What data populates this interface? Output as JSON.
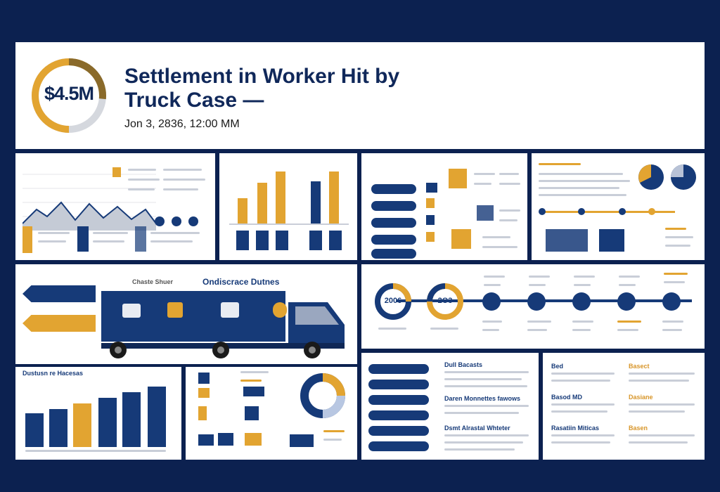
{
  "header": {
    "amount": "$4.5M",
    "title_line1": "Settlement in Worker Hit by",
    "title_line2": "Truck Case —",
    "date": "Jon 3, 2836, 12:00 MM"
  },
  "truck_panel": {
    "heading": "Ondiscrace Dutnes",
    "small": "Chaste Shuer"
  },
  "bars_panel": {
    "heading": "Dustusn re Hacesas"
  },
  "timeline_panel": {
    "circle1": "2006",
    "circle2": "2O3"
  },
  "text_panel": {
    "heading1": "Dull Bacasts",
    "heading2": "Daren Monnettes fawows",
    "heading3": "Dsmt Alrastal Whteter"
  },
  "right_text_panel": {
    "h1": "Bed",
    "h2": "Basect",
    "h3": "Basod MD",
    "h4": "Dasiane",
    "h5": "Rasatiin Miticas",
    "h6": "Basen"
  },
  "colors": {
    "navy": "#163a78",
    "gold": "#e2a431",
    "background": "#0c2150"
  },
  "icons": [
    "truck-icon",
    "worker-icon",
    "gavel-icon",
    "document-icon",
    "chart-icon"
  ]
}
